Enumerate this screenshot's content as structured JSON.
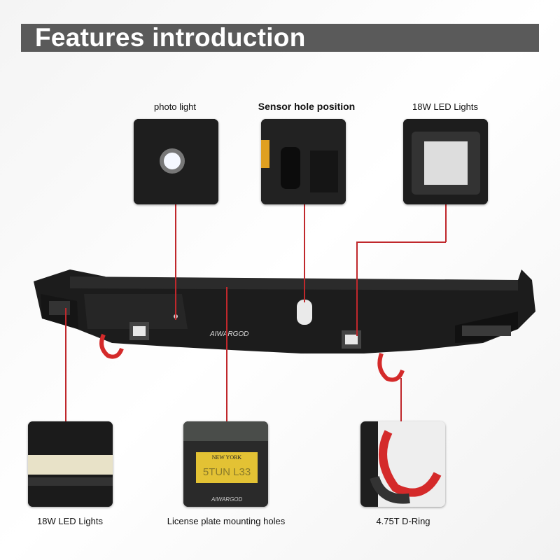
{
  "header": {
    "title": "Features introduction"
  },
  "features": [
    {
      "label": "photo light"
    },
    {
      "label": "Sensor hole position"
    },
    {
      "label": "18W LED Lights"
    },
    {
      "label": "18W LED Lights"
    },
    {
      "label": "License plate mounting holes"
    },
    {
      "label": "4.75T D-Ring"
    }
  ],
  "logo": "AIWARGOD",
  "plate": {
    "state": "NEW YORK",
    "number": "5TUN L33"
  },
  "colors": {
    "accent_line": "#c0282c",
    "header_bg": "#5a5a5a",
    "shackle": "#d42a2a"
  }
}
